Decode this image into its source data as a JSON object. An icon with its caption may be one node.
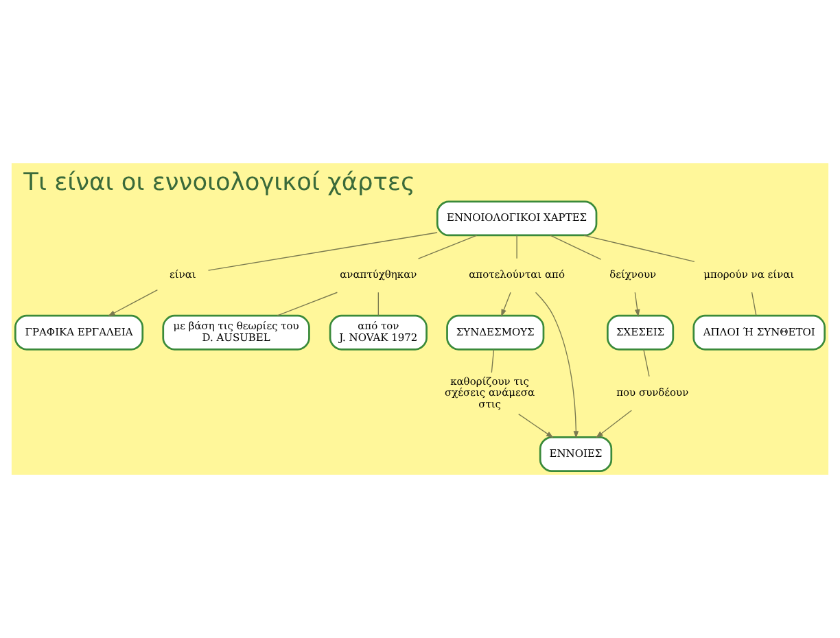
{
  "diagram": {
    "title": "Τι είναι οι εννοιολογικοί χάρτες",
    "nodes": [
      {
        "text": [
          "ΕΝΝΟΙΟΛΟΓΙΚΟΙ ΧΑΡΤΕΣ"
        ]
      },
      {
        "text": [
          "είναι"
        ]
      },
      {
        "text": [
          "ΓΡΑΦΙΚΑ ΕΡΓΑΛΕΙΑ"
        ]
      },
      {
        "text": [
          "αναπτύχθηκαν"
        ]
      },
      {
        "text": [
          "με βάση τις θεωρίες του",
          "D. AUSUBEL"
        ]
      },
      {
        "text": [
          "από τον",
          "J. NOVAK 1972"
        ]
      },
      {
        "text": [
          "αποτελούνται από"
        ]
      },
      {
        "text": [
          "ΣΥΝΔΕΣΜΟΥΣ"
        ]
      },
      {
        "text": [
          "δείχνουν"
        ]
      },
      {
        "text": [
          "ΣΧΕΣΕΙΣ"
        ]
      },
      {
        "text": [
          "μπορούν να είναι"
        ]
      },
      {
        "text": [
          "ΑΠΛΟΙ Ή ΣΥΝΘΕΤΟΙ"
        ]
      },
      {
        "text": [
          "καθορίζουν τις σχέσεις ανάμεσα στις"
        ]
      },
      {
        "text": [
          "ΕΝΝΟΙΕΣ"
        ]
      },
      {
        "text": [
          "που συνδέουν"
        ]
      }
    ],
    "edges": [
      {
        "from": 0,
        "to": 1,
        "arrow": "none"
      },
      {
        "from": 1,
        "to": 2,
        "arrow": "to"
      },
      {
        "from": 0,
        "to": 3,
        "arrow": "none"
      },
      {
        "from": 3,
        "to": 4,
        "arrow": "none"
      },
      {
        "from": 3,
        "to": 5,
        "arrow": "none"
      },
      {
        "from": 0,
        "to": 6,
        "arrow": "none"
      },
      {
        "from": 6,
        "to": 7,
        "arrow": "to"
      },
      {
        "from": 6,
        "to": 13,
        "arrow": "to"
      },
      {
        "from": 0,
        "to": 8,
        "arrow": "none"
      },
      {
        "from": 8,
        "to": 9,
        "arrow": "to"
      },
      {
        "from": 0,
        "to": 10,
        "arrow": "none"
      },
      {
        "from": 10,
        "to": 11,
        "arrow": "none"
      },
      {
        "from": 7,
        "to": 12,
        "arrow": "none"
      },
      {
        "from": 12,
        "to": 13,
        "arrow": "to"
      },
      {
        "from": 9,
        "to": 14,
        "arrow": "none"
      },
      {
        "from": 14,
        "to": 13,
        "arrow": "to"
      }
    ]
  }
}
